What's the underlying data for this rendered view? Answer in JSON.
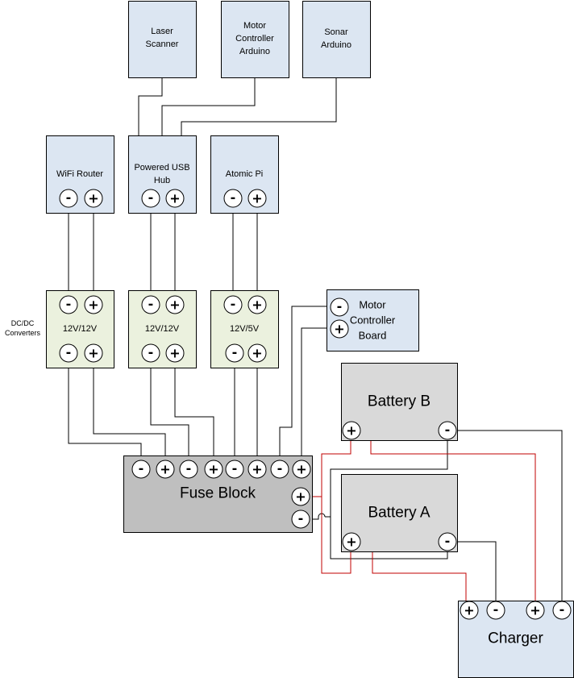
{
  "side_label": [
    "DC/DC",
    "Converters"
  ],
  "blocks": {
    "laser_scanner": [
      "Laser",
      "Scanner"
    ],
    "motor_controller_arduino": [
      "Motor",
      "Controller",
      "Arduino"
    ],
    "sonar_arduino": [
      "Sonar",
      "Arduino"
    ],
    "wifi_router": [
      "WiFi Router"
    ],
    "powered_usb_hub": [
      "Powered USB",
      "Hub"
    ],
    "atomic_pi": [
      "Atomic Pi"
    ],
    "conv1": [
      "12V/12V"
    ],
    "conv2": [
      "12V/12V"
    ],
    "conv3": [
      "12V/5V"
    ],
    "motor_controller_board": [
      "Motor",
      "Controller",
      "Board"
    ],
    "battery_b": [
      "Battery B"
    ],
    "battery_a": [
      "Battery A"
    ],
    "fuse_block": [
      "Fuse Block"
    ],
    "charger": [
      "Charger"
    ]
  },
  "terminal_symbols": {
    "minus": "-",
    "plus": "+"
  },
  "colors": {
    "light_box": "#dce6f2",
    "converter_box": "#ebf1de",
    "battery_box": "#d9d9d9",
    "fuse_box": "#bfbfbf",
    "wire": "#000000",
    "charge_wire": "#c00000"
  }
}
